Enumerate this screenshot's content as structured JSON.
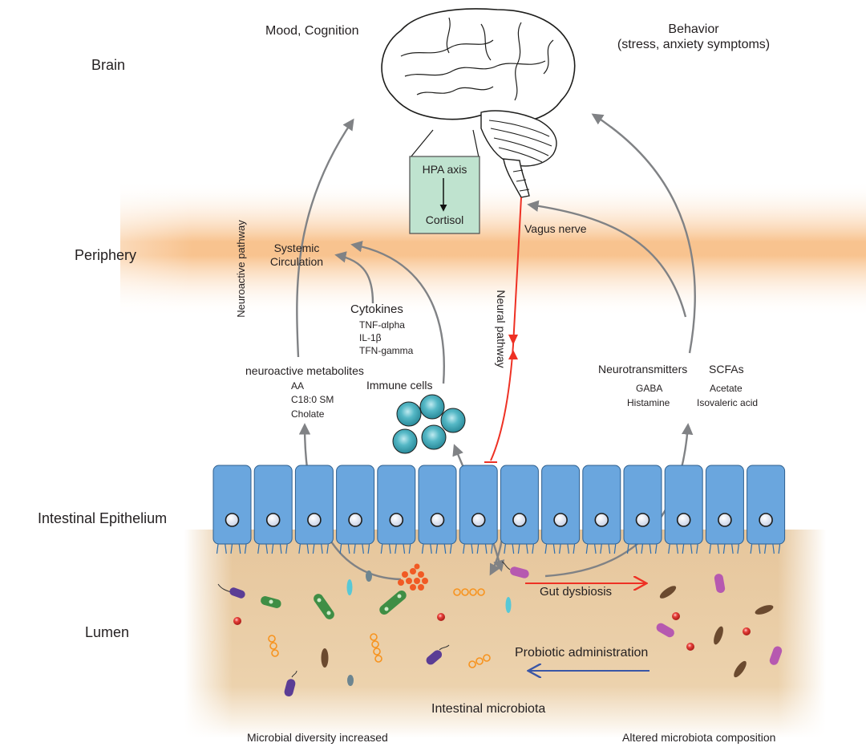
{
  "levels": {
    "brain": "Brain",
    "periphery": "Periphery",
    "epithelium": "Intestinal Epithelium",
    "lumen": "Lumen"
  },
  "brain": {
    "mood": "Mood,  Cognition",
    "behavior_line1": "Behavior",
    "behavior_line2": "(stress, anxiety symptoms)"
  },
  "hpa": {
    "title": "HPA axis",
    "output": "Cortisol"
  },
  "pathways": {
    "vagus": "Vagus nerve",
    "neural": "Neural pathway",
    "neuroactive": "Neuroactive pathway"
  },
  "systemic": {
    "line1": "Systemic",
    "line2": "Circulation"
  },
  "cytokines": {
    "title": "Cytokines",
    "items": [
      "TNF-αlpha",
      "IL-1β",
      "TFN-gamma"
    ]
  },
  "metabolites": {
    "title": "neuroactive metabolites",
    "items": [
      "AA",
      "C18:0 SM",
      "Cholate"
    ]
  },
  "immune": {
    "title": "Immune cells"
  },
  "neurotransmitters": {
    "title": "Neurotransmitters",
    "items": [
      "GABA",
      "Histamine"
    ]
  },
  "scfas": {
    "title": "SCFAs",
    "items": [
      "Acetate",
      "Isovaleric acid"
    ]
  },
  "lumen": {
    "dysbiosis": "Gut dysbiosis",
    "probiotic": "Probiotic administration",
    "microbiota": "Intestinal microbiota",
    "diversity": "Microbial diversity increased",
    "altered": "Altered microbiota composition"
  },
  "colors": {
    "arrow_gray": "#808285",
    "neural_red": "#ee3124",
    "probiotic_blue": "#3a56a6",
    "cell_blue": "#6aa6de",
    "hpa_box": "#bfe3cf",
    "periphery_band": "#f7c08a",
    "lumen_bg": "#e8c9a0"
  }
}
